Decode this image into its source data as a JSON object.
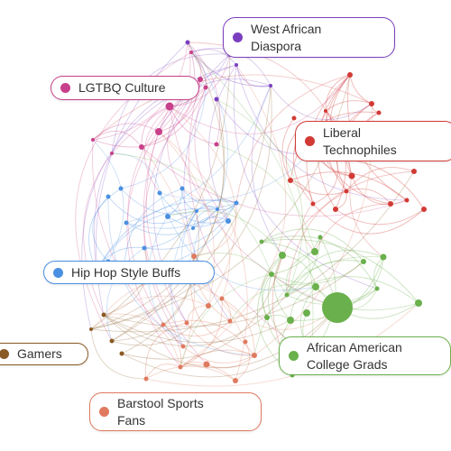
{
  "communities": [
    {
      "id": "west_african",
      "label_line1": "West African",
      "label_line2": "Diaspora",
      "color": "#7b3fbf"
    },
    {
      "id": "lgbtq",
      "label_line1": "LGTBQ Culture",
      "label_line2": "",
      "color": "#c8408a"
    },
    {
      "id": "liberal",
      "label_line1": "Liberal",
      "label_line2": "Technophiles",
      "color": "#d23a35"
    },
    {
      "id": "hiphop",
      "label_line1": "Hip Hop Style Buffs",
      "label_line2": "",
      "color": "#4a90e2"
    },
    {
      "id": "gamers",
      "label_line1": "Gamers",
      "label_line2": "",
      "color": "#8a5a25"
    },
    {
      "id": "african_american",
      "label_line1": "African American",
      "label_line2": "College Grads",
      "color": "#6ab04c"
    },
    {
      "id": "barstool",
      "label_line1": "Barstool Sports",
      "label_line2": "Fans",
      "color": "#e07a5f"
    }
  ],
  "colors": {
    "background": "#ffffff",
    "text": "#333333"
  }
}
